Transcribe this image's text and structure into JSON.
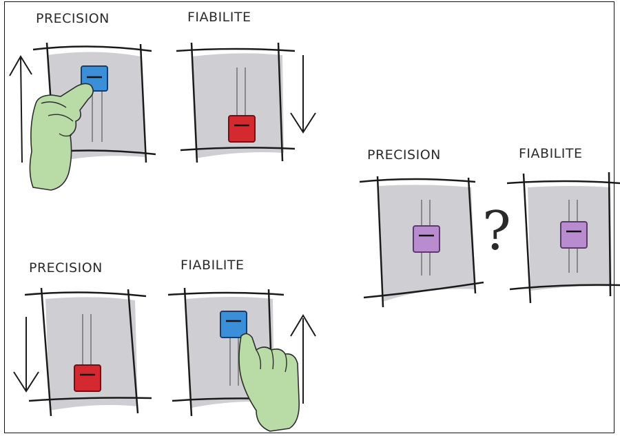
{
  "top_left": {
    "precision_label": "PRECISION",
    "fiabilite_label": "FIABILITE"
  },
  "bottom_left": {
    "precision_label": "PRECISION",
    "fiabilite_label": "FIABILITE"
  },
  "right": {
    "precision_label": "PRECISION",
    "fiabilite_label": "FIABILITE",
    "question_mark": "?"
  },
  "colors": {
    "panel": "#cfcfd3",
    "blue": "#3a8fd8",
    "red": "#d42a2f",
    "purple": "#b98ccf",
    "hand": "#b9dba5",
    "ink": "#1a1a1a"
  }
}
